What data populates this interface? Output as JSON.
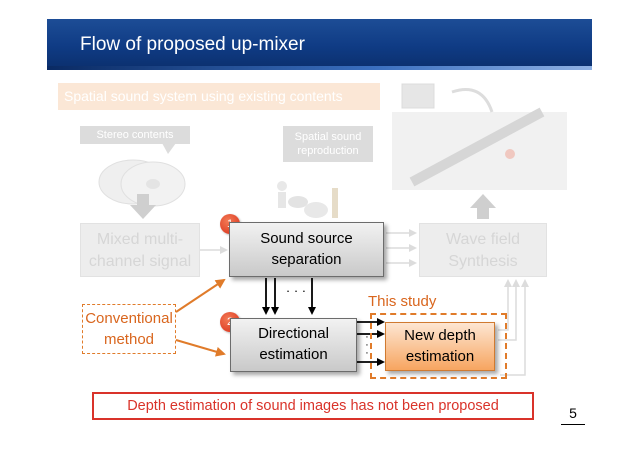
{
  "title": "Flow of proposed up-mixer",
  "faded_background": {
    "banner": "Spatial sound system using existing contents",
    "stereo_contents": "Stereo contents",
    "spatial_reproduction": "Spatial sound reproduction",
    "mixed_signal": "Mixed multi-channel signal",
    "wave_field": "Wave field Synthesis"
  },
  "boxes": {
    "sound_source_separation": "Sound source separation",
    "directional_estimation": "Directional estimation",
    "new_depth_estimation": "New depth estimation"
  },
  "badges": {
    "first": "1",
    "second": "2"
  },
  "labels": {
    "conventional_method": "Conventional method",
    "this_study": "This study",
    "ellipsis": "· · ·"
  },
  "footnote": "Depth estimation of sound images has not been proposed",
  "page_number": "5",
  "colors": {
    "title_bar": "#0f3b84",
    "accent_orange": "#e07b2a",
    "badge_red": "#e0442a",
    "footnote_red": "#d9332a"
  }
}
